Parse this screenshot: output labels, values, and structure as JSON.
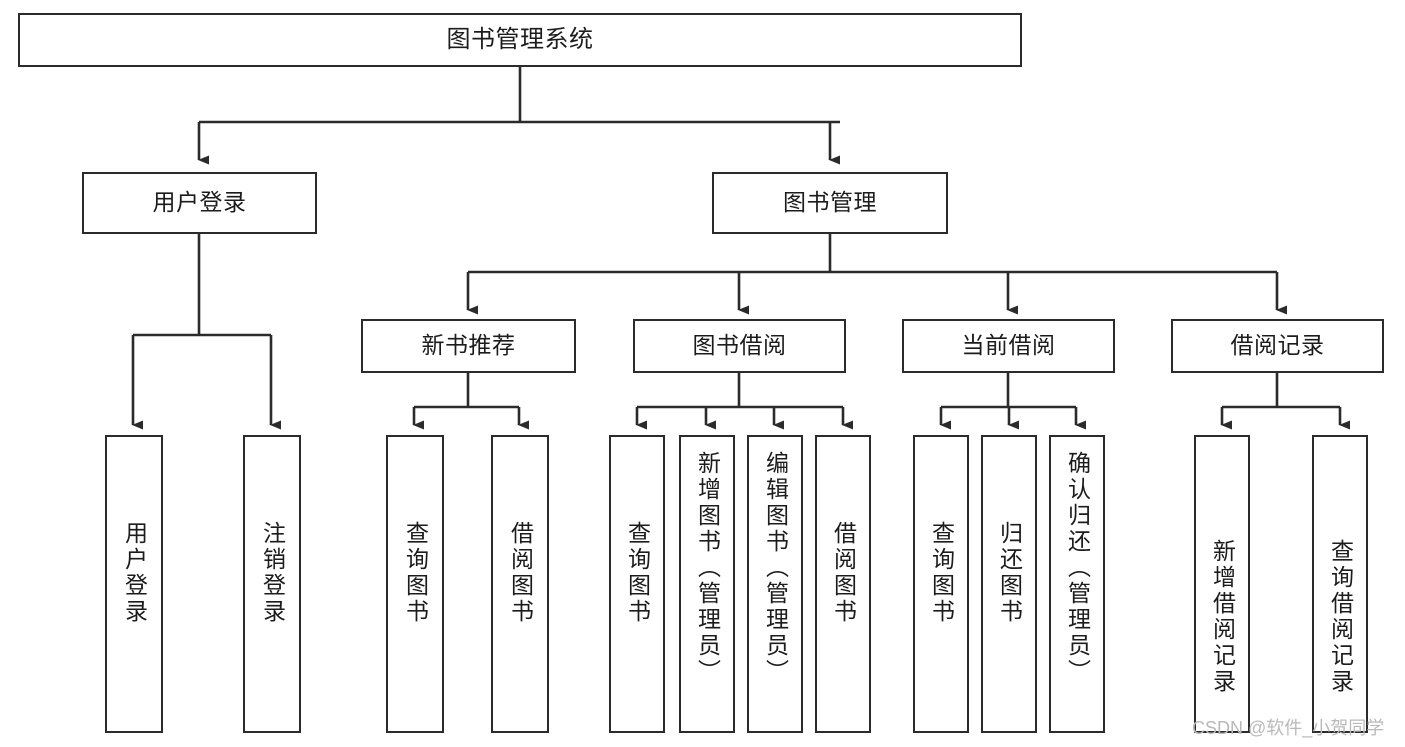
{
  "diagram": {
    "title": "图书管理系统",
    "type": "tree",
    "orientation": "top-down",
    "colors": {
      "stroke": "#2b2b2b",
      "fill": "#ffffff",
      "text": "#1c1c1c",
      "watermark": "#b9b9b9"
    },
    "watermark": "CSDN @软件_小贺同学",
    "nodes": {
      "root": {
        "label": "图书管理系统"
      },
      "level2": [
        {
          "id": "user-login",
          "label": "用户登录"
        },
        {
          "id": "book-manage",
          "label": "图书管理"
        }
      ],
      "level3": [
        {
          "id": "new-book-recommend",
          "label": "新书推荐"
        },
        {
          "id": "book-borrow",
          "label": "图书借阅"
        },
        {
          "id": "current-borrow",
          "label": "当前借阅"
        },
        {
          "id": "borrow-record",
          "label": "借阅记录"
        }
      ],
      "leaves": {
        "user-login": [
          {
            "id": "leaf-user-login",
            "label": "用户登录"
          },
          {
            "id": "leaf-logout",
            "label": "注销登录"
          }
        ],
        "new-book-recommend": [
          {
            "id": "leaf-query-book-1",
            "label": "查询图书"
          },
          {
            "id": "leaf-borrow-book-1",
            "label": "借阅图书"
          }
        ],
        "book-borrow": [
          {
            "id": "leaf-query-book-2",
            "label": "查询图书"
          },
          {
            "id": "leaf-add-book",
            "label": "新增图书（管理员）"
          },
          {
            "id": "leaf-edit-book",
            "label": "编辑图书（管理员）"
          },
          {
            "id": "leaf-borrow-book-2",
            "label": "借阅图书"
          }
        ],
        "current-borrow": [
          {
            "id": "leaf-query-book-3",
            "label": "查询图书"
          },
          {
            "id": "leaf-return-book",
            "label": "归还图书"
          },
          {
            "id": "leaf-confirm-return",
            "label": "确认归还（管理员）"
          }
        ],
        "borrow-record": [
          {
            "id": "leaf-add-record",
            "label": "新增借阅记录"
          },
          {
            "id": "leaf-query-record",
            "label": "查询借阅记录"
          }
        ]
      }
    }
  }
}
